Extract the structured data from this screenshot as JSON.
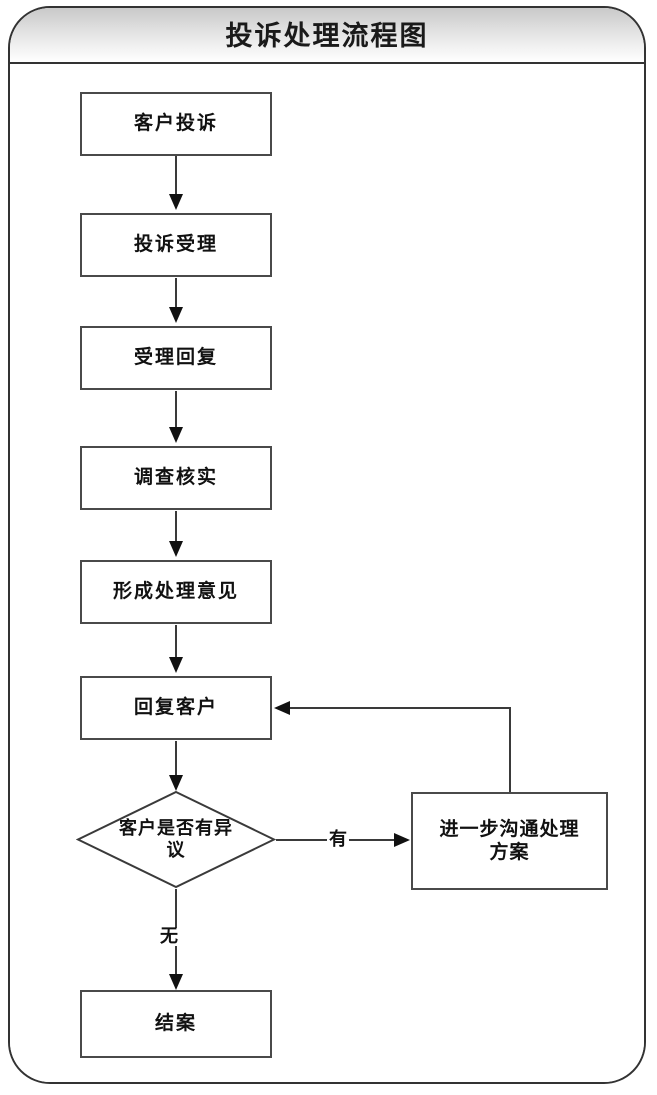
{
  "panel": {
    "title": "投诉处理流程图"
  },
  "chart_data": {
    "type": "diagram",
    "title": "投诉处理流程图",
    "nodes": [
      {
        "id": "n1",
        "label": "客户投诉",
        "shape": "rect"
      },
      {
        "id": "n2",
        "label": "投诉受理",
        "shape": "rect"
      },
      {
        "id": "n3",
        "label": "受理回复",
        "shape": "rect"
      },
      {
        "id": "n4",
        "label": "调查核实",
        "shape": "rect"
      },
      {
        "id": "n5",
        "label": "形成处理意见",
        "shape": "rect"
      },
      {
        "id": "n6",
        "label": "回复客户",
        "shape": "rect"
      },
      {
        "id": "d1",
        "label_line1": "客户是否有异",
        "label_line2": "议",
        "label": "客户是否有异议",
        "shape": "diamond"
      },
      {
        "id": "n7",
        "label_line1": "进一步沟通处理",
        "label_line2": "方案",
        "label": "进一步沟通处理方案",
        "shape": "rect"
      },
      {
        "id": "n8",
        "label": "结案",
        "shape": "rect"
      }
    ],
    "edges": [
      {
        "from": "n1",
        "to": "n2",
        "label": ""
      },
      {
        "from": "n2",
        "to": "n3",
        "label": ""
      },
      {
        "from": "n3",
        "to": "n4",
        "label": ""
      },
      {
        "from": "n4",
        "to": "n5",
        "label": ""
      },
      {
        "from": "n5",
        "to": "n6",
        "label": ""
      },
      {
        "from": "n6",
        "to": "d1",
        "label": ""
      },
      {
        "from": "d1",
        "to": "n7",
        "label": "有"
      },
      {
        "from": "d1",
        "to": "n8",
        "label": "无"
      },
      {
        "from": "n7",
        "to": "n6",
        "label": ""
      }
    ],
    "edge_labels": {
      "yes": "有",
      "no": "无"
    },
    "colors": {
      "node_border": "#4a4a4a",
      "node_fill": "#ffffff",
      "line": "#3a3a3a",
      "panel_border": "#333333",
      "header_gradient_top": "#c9c9c9",
      "header_gradient_bottom": "#ffffff",
      "text": "#111111"
    }
  }
}
